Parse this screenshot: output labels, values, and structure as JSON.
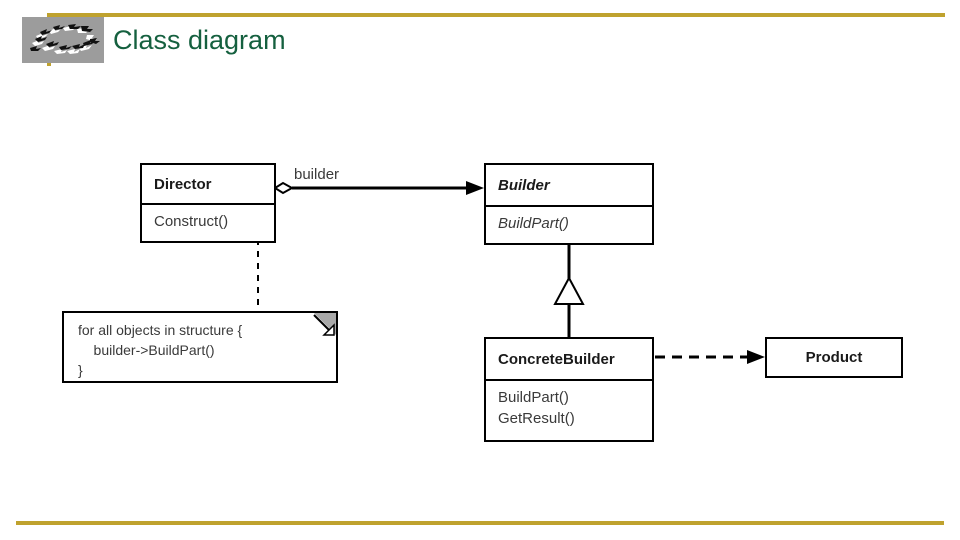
{
  "slide": {
    "title": "Class diagram",
    "title_color": "#15603f",
    "accent_color": "#bfa22e",
    "background": "#ffffff",
    "thumbnail_icon": "escher-fish-tessellation-thumbnail"
  },
  "diagram": {
    "type": "uml-class-diagram",
    "pattern": "Builder",
    "classes": [
      {
        "id": "director",
        "name": "Director",
        "abstract": false,
        "operations": [
          "Construct()"
        ]
      },
      {
        "id": "builder",
        "name": "Builder",
        "abstract": true,
        "operations": [
          "BuildPart()"
        ]
      },
      {
        "id": "concrete-builder",
        "name": "ConcreteBuilder",
        "abstract": false,
        "operations": [
          "BuildPart()",
          "GetResult()"
        ]
      },
      {
        "id": "product",
        "name": "Product",
        "abstract": false,
        "operations": []
      }
    ],
    "relations": [
      {
        "id": "director-builder",
        "kind": "aggregation",
        "from": "Director",
        "to": "Builder",
        "label": "builder",
        "source_decoration": "hollow-diamond",
        "target_decoration": "filled-arrow",
        "line": "solid"
      },
      {
        "id": "concretebuilder-builder",
        "kind": "generalization",
        "from": "ConcreteBuilder",
        "to": "Builder",
        "label": "",
        "source_decoration": "none",
        "target_decoration": "hollow-triangle",
        "line": "solid"
      },
      {
        "id": "concretebuilder-product",
        "kind": "dependency",
        "from": "ConcreteBuilder",
        "to": "Product",
        "label": "",
        "source_decoration": "none",
        "target_decoration": "filled-arrow",
        "line": "dashed"
      },
      {
        "id": "director-note",
        "kind": "note-anchor",
        "from": "Director",
        "to": "note",
        "label": "",
        "source_decoration": "small-circle",
        "target_decoration": "none",
        "line": "dashed"
      }
    ],
    "note": {
      "id": "director-construct-note",
      "lines": [
        "for all objects in structure {",
        "    builder->BuildPart()",
        "}"
      ],
      "fold_color": "#a8a8a8"
    }
  }
}
